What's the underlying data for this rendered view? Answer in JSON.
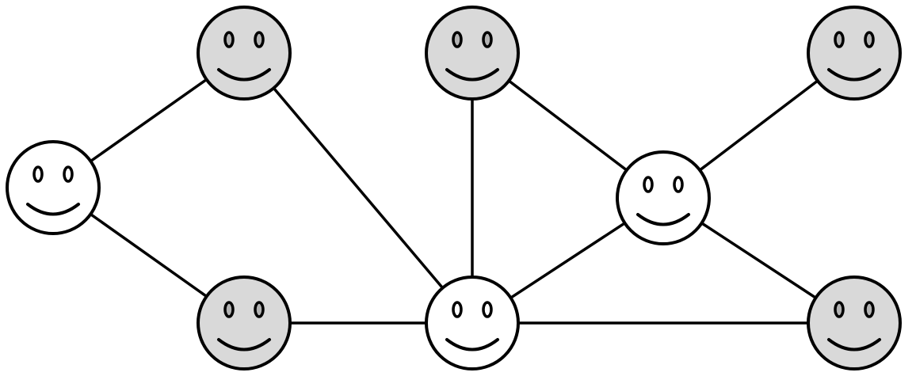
{
  "colors": {
    "background": "#ffffff",
    "stroke": "#000000",
    "highlighted_face": "#d9d9d9",
    "highlighted_eye": "#b3b3b3",
    "plain_face": "#ffffff",
    "plain_eye": "#ffffff"
  },
  "nodes": [
    {
      "id": "A",
      "icon": "smiley-face-icon",
      "highlighted": false
    },
    {
      "id": "B",
      "icon": "smiley-face-icon",
      "highlighted": true
    },
    {
      "id": "C",
      "icon": "smiley-face-icon",
      "highlighted": true
    },
    {
      "id": "D",
      "icon": "smiley-face-icon",
      "highlighted": true
    },
    {
      "id": "E",
      "icon": "smiley-face-icon",
      "highlighted": false
    },
    {
      "id": "F",
      "icon": "smiley-face-icon",
      "highlighted": true
    },
    {
      "id": "G",
      "icon": "smiley-face-icon",
      "highlighted": false
    },
    {
      "id": "H",
      "icon": "smiley-face-icon",
      "highlighted": true
    }
  ],
  "edges": [
    [
      "A",
      "B"
    ],
    [
      "A",
      "F"
    ],
    [
      "B",
      "G"
    ],
    [
      "C",
      "G"
    ],
    [
      "C",
      "E"
    ],
    [
      "D",
      "E"
    ],
    [
      "E",
      "G"
    ],
    [
      "E",
      "H"
    ],
    [
      "F",
      "G"
    ],
    [
      "G",
      "H"
    ]
  ]
}
